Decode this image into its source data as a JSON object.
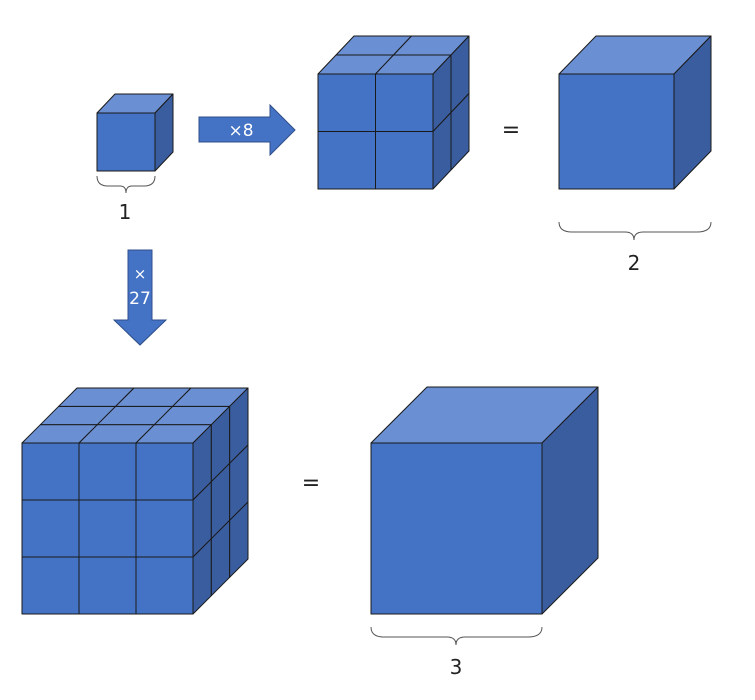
{
  "colors": {
    "front": "#4472C4",
    "top": "#6A8FD3",
    "side": "#3A5D9F",
    "stroke": "#1a1a1a",
    "brace": "#555555"
  },
  "cubes": [
    {
      "id": "unit-cube",
      "divisions": 1,
      "label": "1"
    },
    {
      "id": "cube-2x2",
      "divisions": 2,
      "label": ""
    },
    {
      "id": "big-cube-2",
      "divisions": 1,
      "label": "2"
    },
    {
      "id": "cube-3x3",
      "divisions": 3,
      "label": ""
    },
    {
      "id": "big-cube-3",
      "divisions": 1,
      "label": "3"
    }
  ],
  "arrows": [
    {
      "id": "arrow-right",
      "label": "×8"
    },
    {
      "id": "arrow-down",
      "label_line1": "×",
      "label_line2": "27"
    }
  ],
  "equals": [
    {
      "id": "equals-top",
      "symbol": "="
    },
    {
      "id": "equals-bottom",
      "symbol": "="
    }
  ]
}
